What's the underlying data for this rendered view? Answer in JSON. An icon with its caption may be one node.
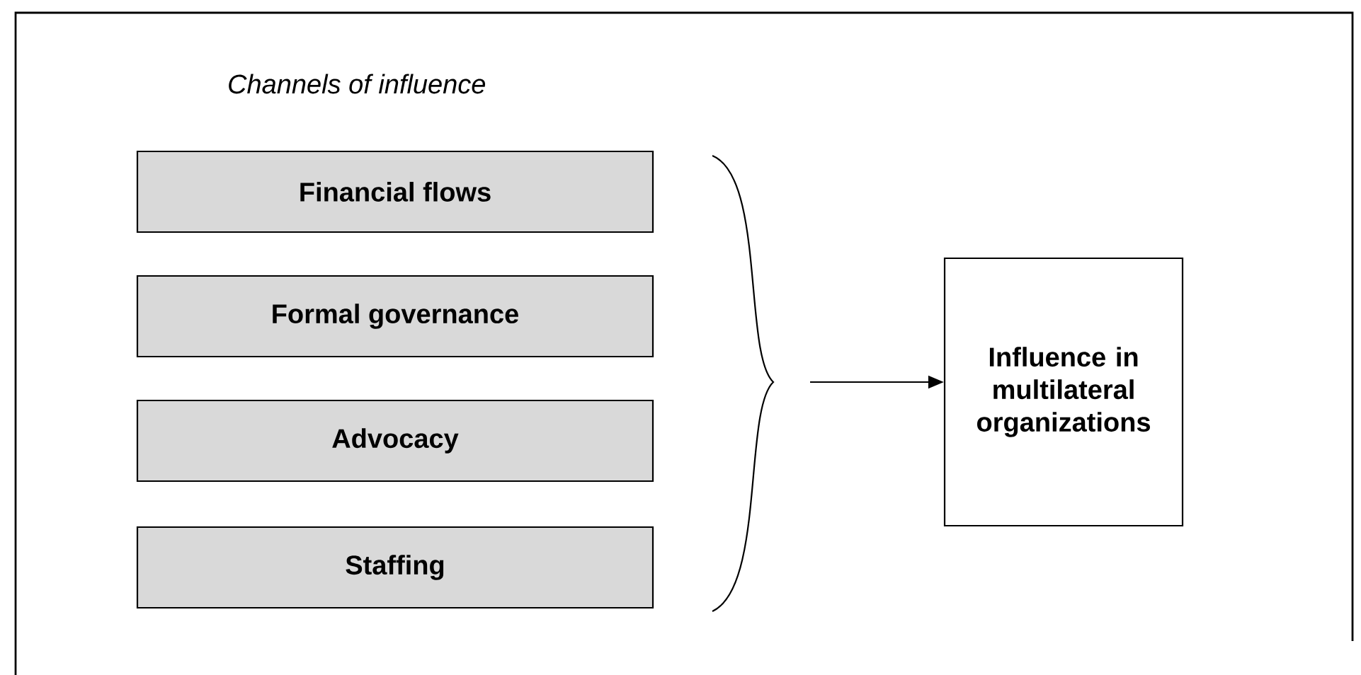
{
  "diagram": {
    "title": "Channels of influence",
    "nodes": [
      {
        "text": [
          "Financial flows"
        ]
      },
      {
        "text": [
          "Formal governance"
        ]
      },
      {
        "text": [
          "Advocacy"
        ]
      },
      {
        "text": [
          "Staffing"
        ]
      },
      {
        "text": [
          "Influence in multilateral organizations"
        ]
      }
    ],
    "edges": [
      {
        "from": null,
        "to": 4,
        "arrow": "to"
      }
    ]
  }
}
